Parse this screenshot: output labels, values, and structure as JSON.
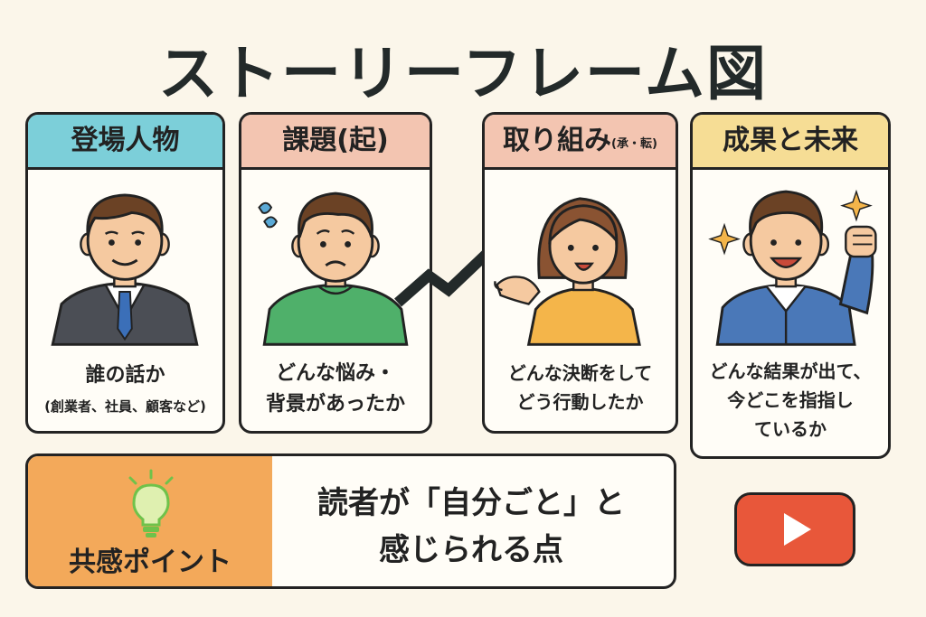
{
  "title": "ストーリーフレーム図",
  "cards": [
    {
      "heading": "登場人物",
      "heading_small": "",
      "caption_lines": [
        "誰の話か",
        "(創業者、社員、顧客など)"
      ]
    },
    {
      "heading": "課題(起)",
      "heading_small": "",
      "caption_lines": [
        "どんな悩み・",
        "背景があったか"
      ]
    },
    {
      "heading": "取り組み",
      "heading_small": "(承・転)",
      "caption_lines": [
        "どんな決断をして",
        "どう行動したか"
      ]
    },
    {
      "heading": "成果と未来",
      "heading_small": "",
      "caption_lines": [
        "どんな結果が出て、",
        "今どこを指指し",
        "ているか"
      ]
    }
  ],
  "empathy": {
    "label": "共感ポイント",
    "text_lines": [
      "読者が「自分ごと」と",
      "感じられる点"
    ]
  },
  "icons": {
    "bulb": "lightbulb-icon",
    "play": "play-button-icon",
    "arrow": "upward-trend-arrow-icon"
  },
  "colors": {
    "card1_head": "#7ccfd9",
    "card2_head": "#f3c5b1",
    "card3_head": "#f3c5b1",
    "card4_head": "#f6dd95",
    "empathy_bg": "#f3a95a",
    "play_bg": "#e8573a",
    "background": "#fbf6ea"
  }
}
